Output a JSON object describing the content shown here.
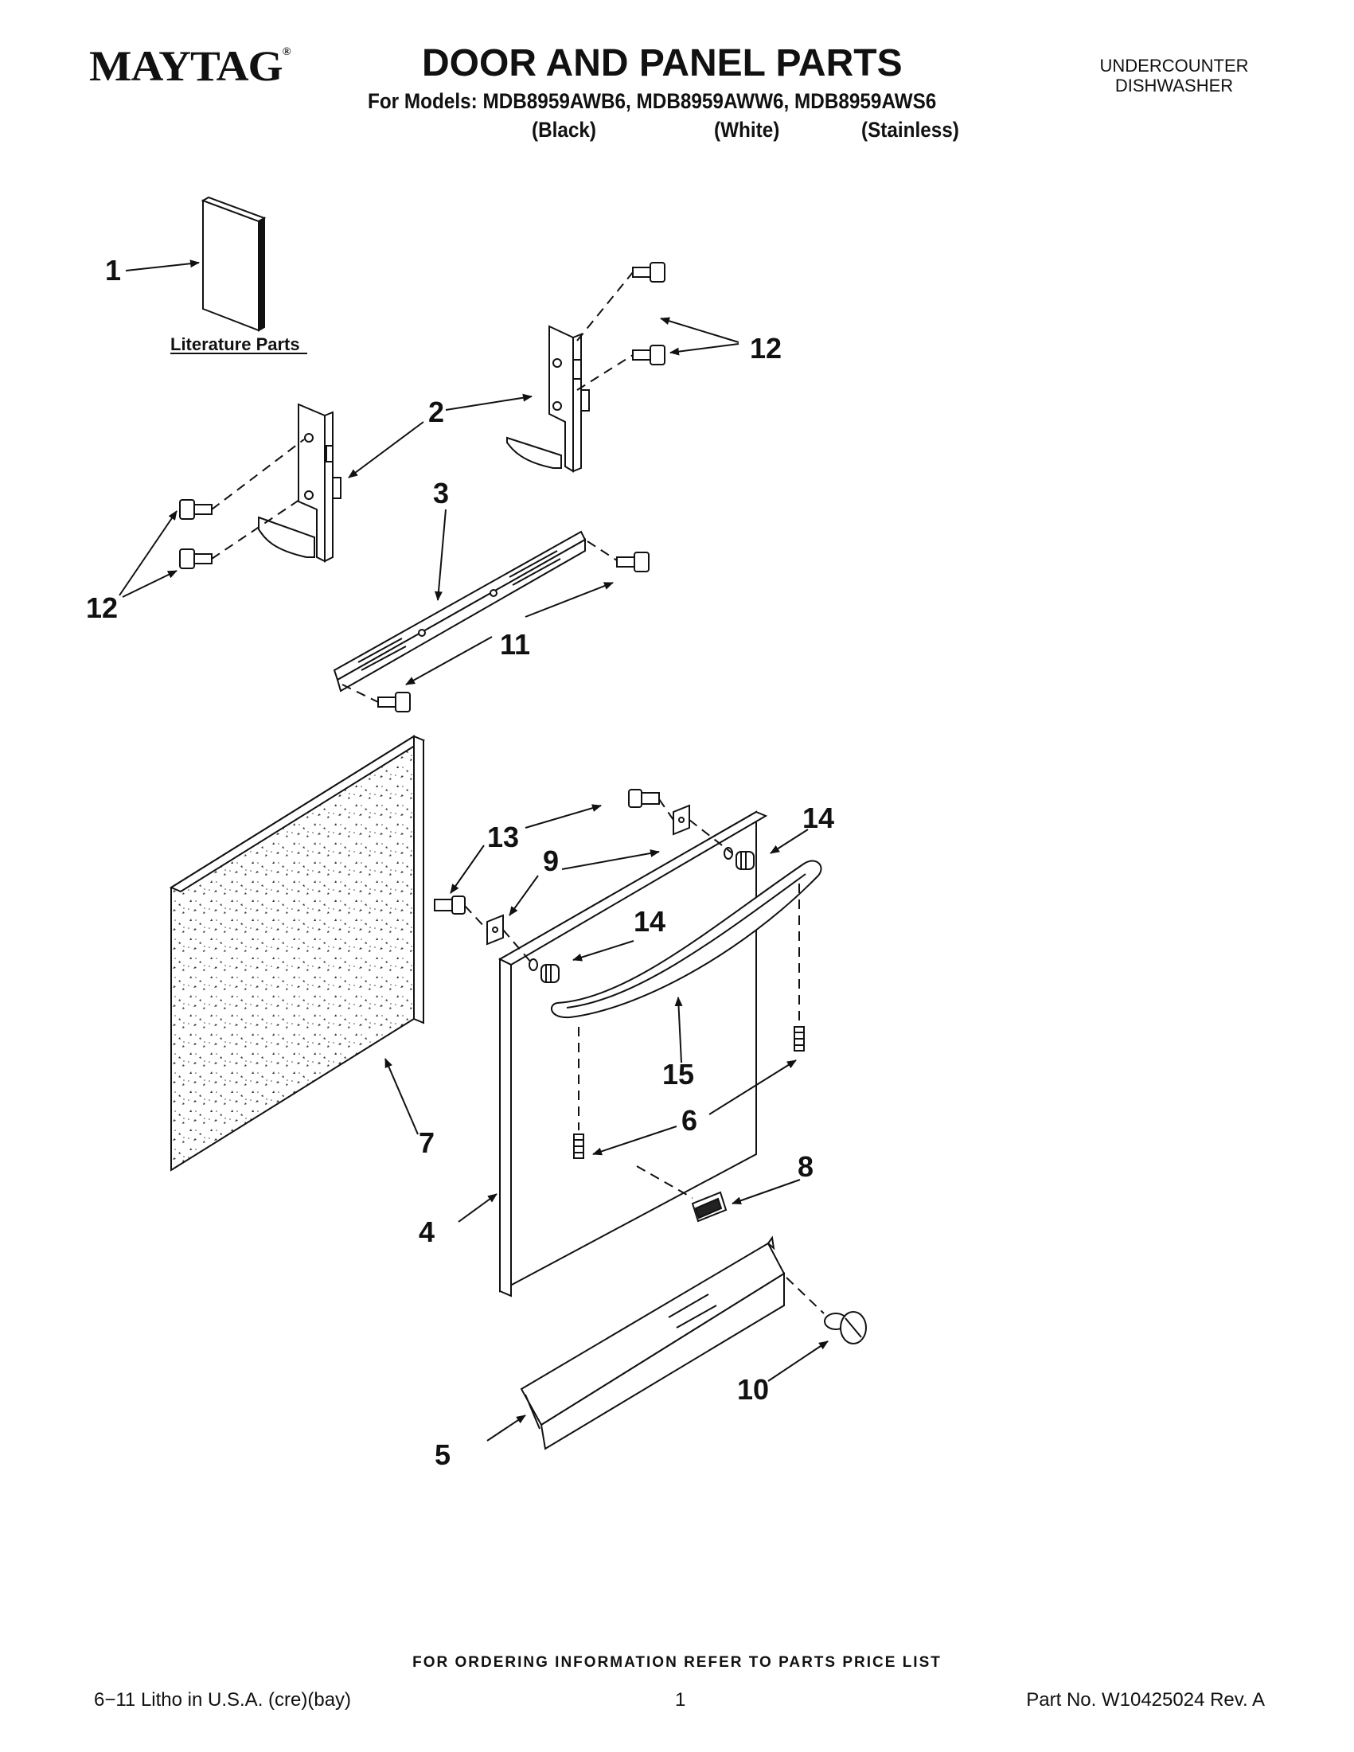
{
  "header": {
    "brand": "MAYTAG",
    "title": "DOOR AND PANEL PARTS",
    "models_line": "For Models: MDB8959AWB6, MDB8959AWW6, MDB8959AWS6",
    "variants": [
      "(Black)",
      "(White)",
      "(Stainless)"
    ],
    "product_type": [
      "UNDERCOUNTER",
      "DISHWASHER"
    ]
  },
  "diagram": {
    "literature_label": "Literature Parts",
    "callouts": [
      "1",
      "2",
      "3",
      "4",
      "5",
      "6",
      "7",
      "8",
      "9",
      "10",
      "11",
      "12",
      "12",
      "13",
      "14",
      "14",
      "15"
    ]
  },
  "footer": {
    "ordering_note": "FOR ORDERING INFORMATION REFER TO PARTS PRICE LIST",
    "litho": "6−11 Litho in U.S.A. (cre)(bay)",
    "page_number": "1",
    "part_number": "Part No. W10425024 Rev. A"
  }
}
